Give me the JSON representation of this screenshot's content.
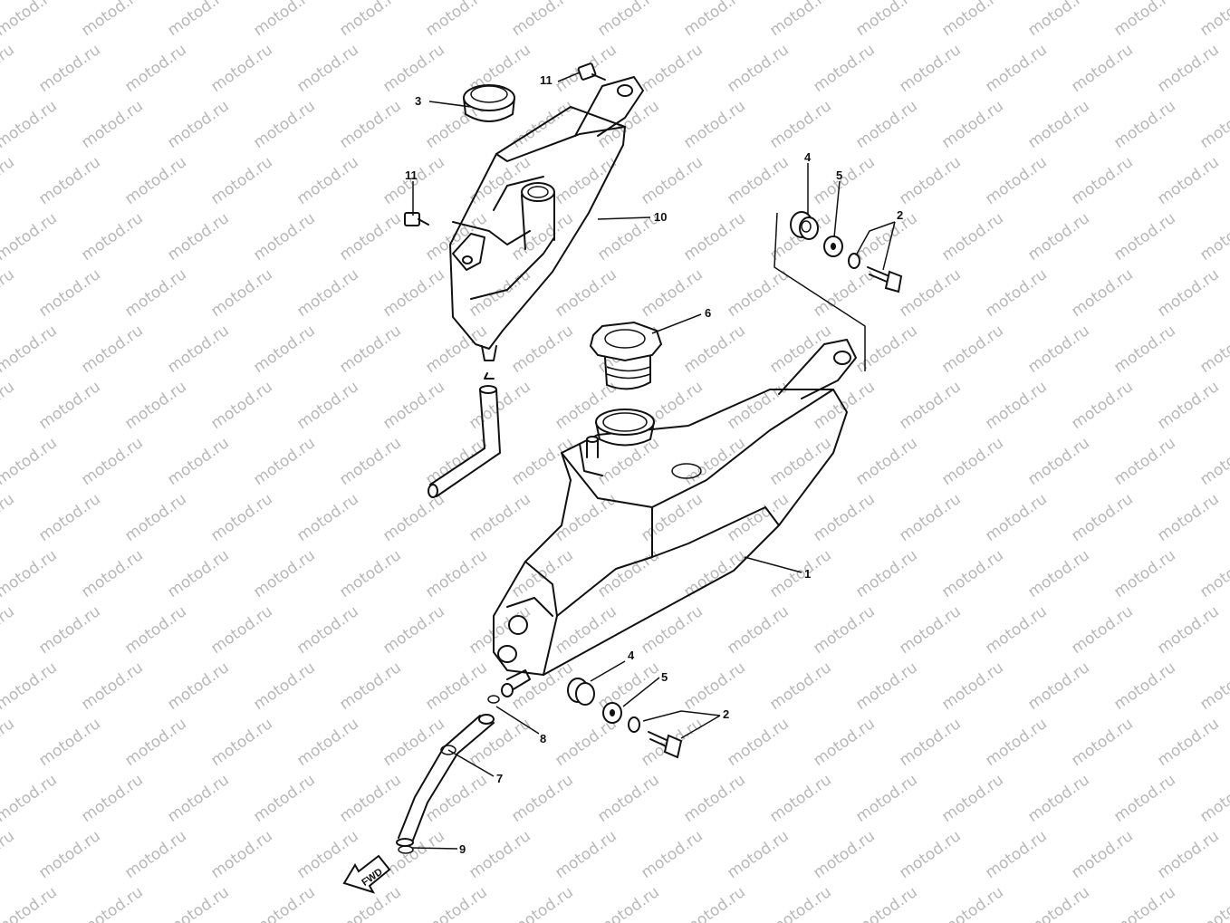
{
  "watermark": "motod.ru",
  "fwd_label": "FWD",
  "labels": {
    "l1": "1",
    "l2a": "2",
    "l2b": "2",
    "l3": "3",
    "l4a": "4",
    "l4b": "4",
    "l5a": "5",
    "l5b": "5",
    "l6": "6",
    "l7": "7",
    "l8": "8",
    "l9": "9",
    "l10": "10",
    "l11a": "11",
    "l11b": "11"
  },
  "colors": {
    "line": "#111111",
    "watermark": "#b8b8b8",
    "background": "#ffffff"
  }
}
